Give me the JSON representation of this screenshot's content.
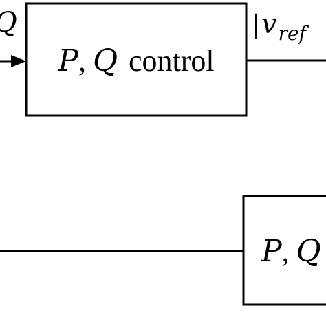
{
  "diagram": {
    "top_block": {
      "var_p": "P",
      "comma": ",",
      "var_q": "Q",
      "label": "control"
    },
    "input_signal": {
      "text": "Q"
    },
    "output_signal": {
      "bar": "|",
      "v": "v",
      "subscript": "ref"
    },
    "bottom_block": {
      "var_p": "P",
      "comma": ",",
      "var_q": "Q"
    }
  }
}
